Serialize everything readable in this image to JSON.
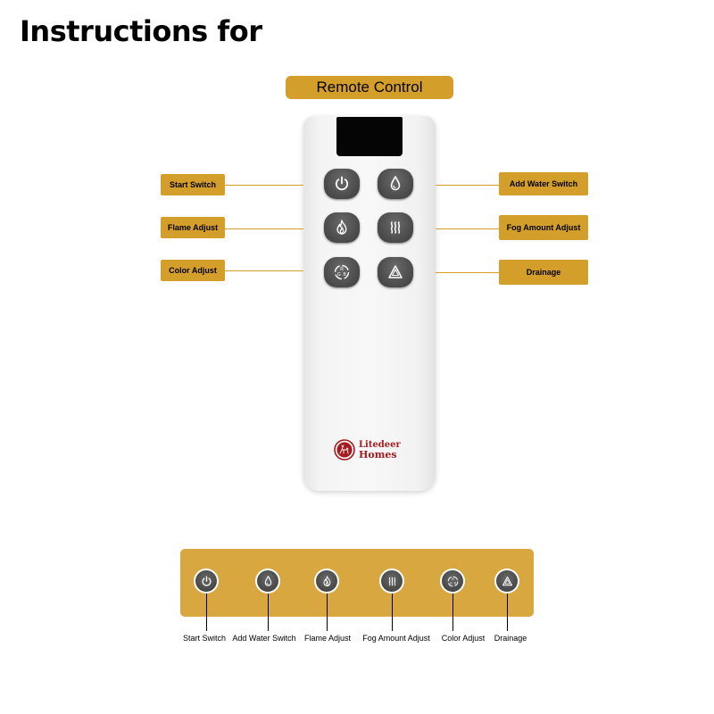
{
  "title": "Instructions for",
  "header": {
    "label": "Remote Control"
  },
  "colors": {
    "accent": "#d49e2a",
    "panel": "#d8a73f",
    "brand": "#a51c20",
    "button": "#4e4e4e"
  },
  "remote": {
    "brand": {
      "line1": "Litedeer",
      "line2": "Homes",
      "icon": "deer-logo-icon"
    },
    "buttons": [
      {
        "icon": "power-icon",
        "label": "Start Switch"
      },
      {
        "icon": "water-drop-icon",
        "label": "Add Water Switch"
      },
      {
        "icon": "flame-icon",
        "label": "Flame Adjust"
      },
      {
        "icon": "fog-icon",
        "label": "Fog Amount Adjust"
      },
      {
        "icon": "rgb-icon",
        "label": "Color Adjust"
      },
      {
        "icon": "drain-icon",
        "label": "Drainage"
      }
    ],
    "rgb_letters": [
      "R",
      "G",
      "B"
    ]
  },
  "callouts": {
    "left": [
      "Start Switch",
      "Flame Adjust",
      "Color Adjust"
    ],
    "right": [
      "Add Water Switch",
      "Fog Amount Adjust",
      "Drainage"
    ]
  },
  "legend": {
    "items": [
      "Start Switch",
      "Add Water Switch",
      "Flame Adjust",
      "Fog Amount Adjust",
      "Color Adjust",
      "Drainage"
    ]
  }
}
